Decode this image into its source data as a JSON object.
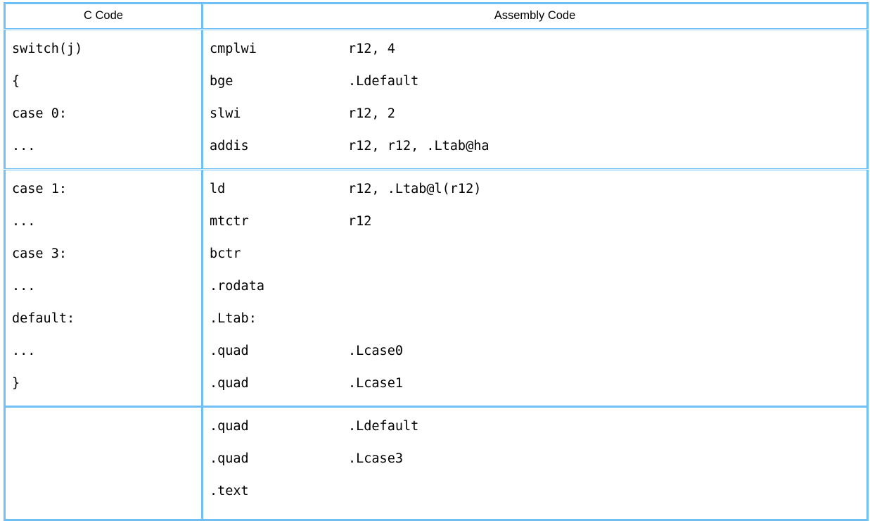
{
  "table": {
    "headers": {
      "c_code": "C Code",
      "assembly_code": "Assembly Code"
    },
    "border_color": "#6ec0f5",
    "text_color": "#000000",
    "background_color": "#ffffff",
    "groups": [
      {
        "c_lines": [
          "switch(j)",
          "{",
          "case 0:",
          "..."
        ],
        "asm_lines": [
          {
            "mnemonic": "cmplwi",
            "operands": "r12, 4"
          },
          {
            "mnemonic": "bge",
            "operands": ".Ldefault"
          },
          {
            "mnemonic": "slwi",
            "operands": "r12, 2"
          },
          {
            "mnemonic": "addis",
            "operands": "r12, r12, .Ltab@ha"
          }
        ],
        "separator": "double"
      },
      {
        "c_lines": [
          "case 1:",
          "...",
          "case 3:",
          "...",
          "default:",
          "...",
          "}"
        ],
        "asm_lines": [
          {
            "mnemonic": "ld",
            "operands": "r12, .Ltab@l(r12)"
          },
          {
            "mnemonic": "mtctr",
            "operands": "r12"
          },
          {
            "mnemonic": "bctr",
            "operands": ""
          },
          {
            "mnemonic": ".rodata",
            "operands": ""
          },
          {
            "mnemonic": ".Ltab:",
            "operands": ""
          },
          {
            "mnemonic": ".quad",
            "operands": ".Lcase0"
          },
          {
            "mnemonic": ".quad",
            "operands": ".Lcase1"
          }
        ],
        "separator": "single"
      },
      {
        "c_lines": [],
        "asm_lines": [
          {
            "mnemonic": ".quad",
            "operands": ".Ldefault"
          },
          {
            "mnemonic": ".quad",
            "operands": ".Lcase3"
          },
          {
            "mnemonic": ".text",
            "operands": ""
          }
        ],
        "separator": "none"
      }
    ]
  }
}
